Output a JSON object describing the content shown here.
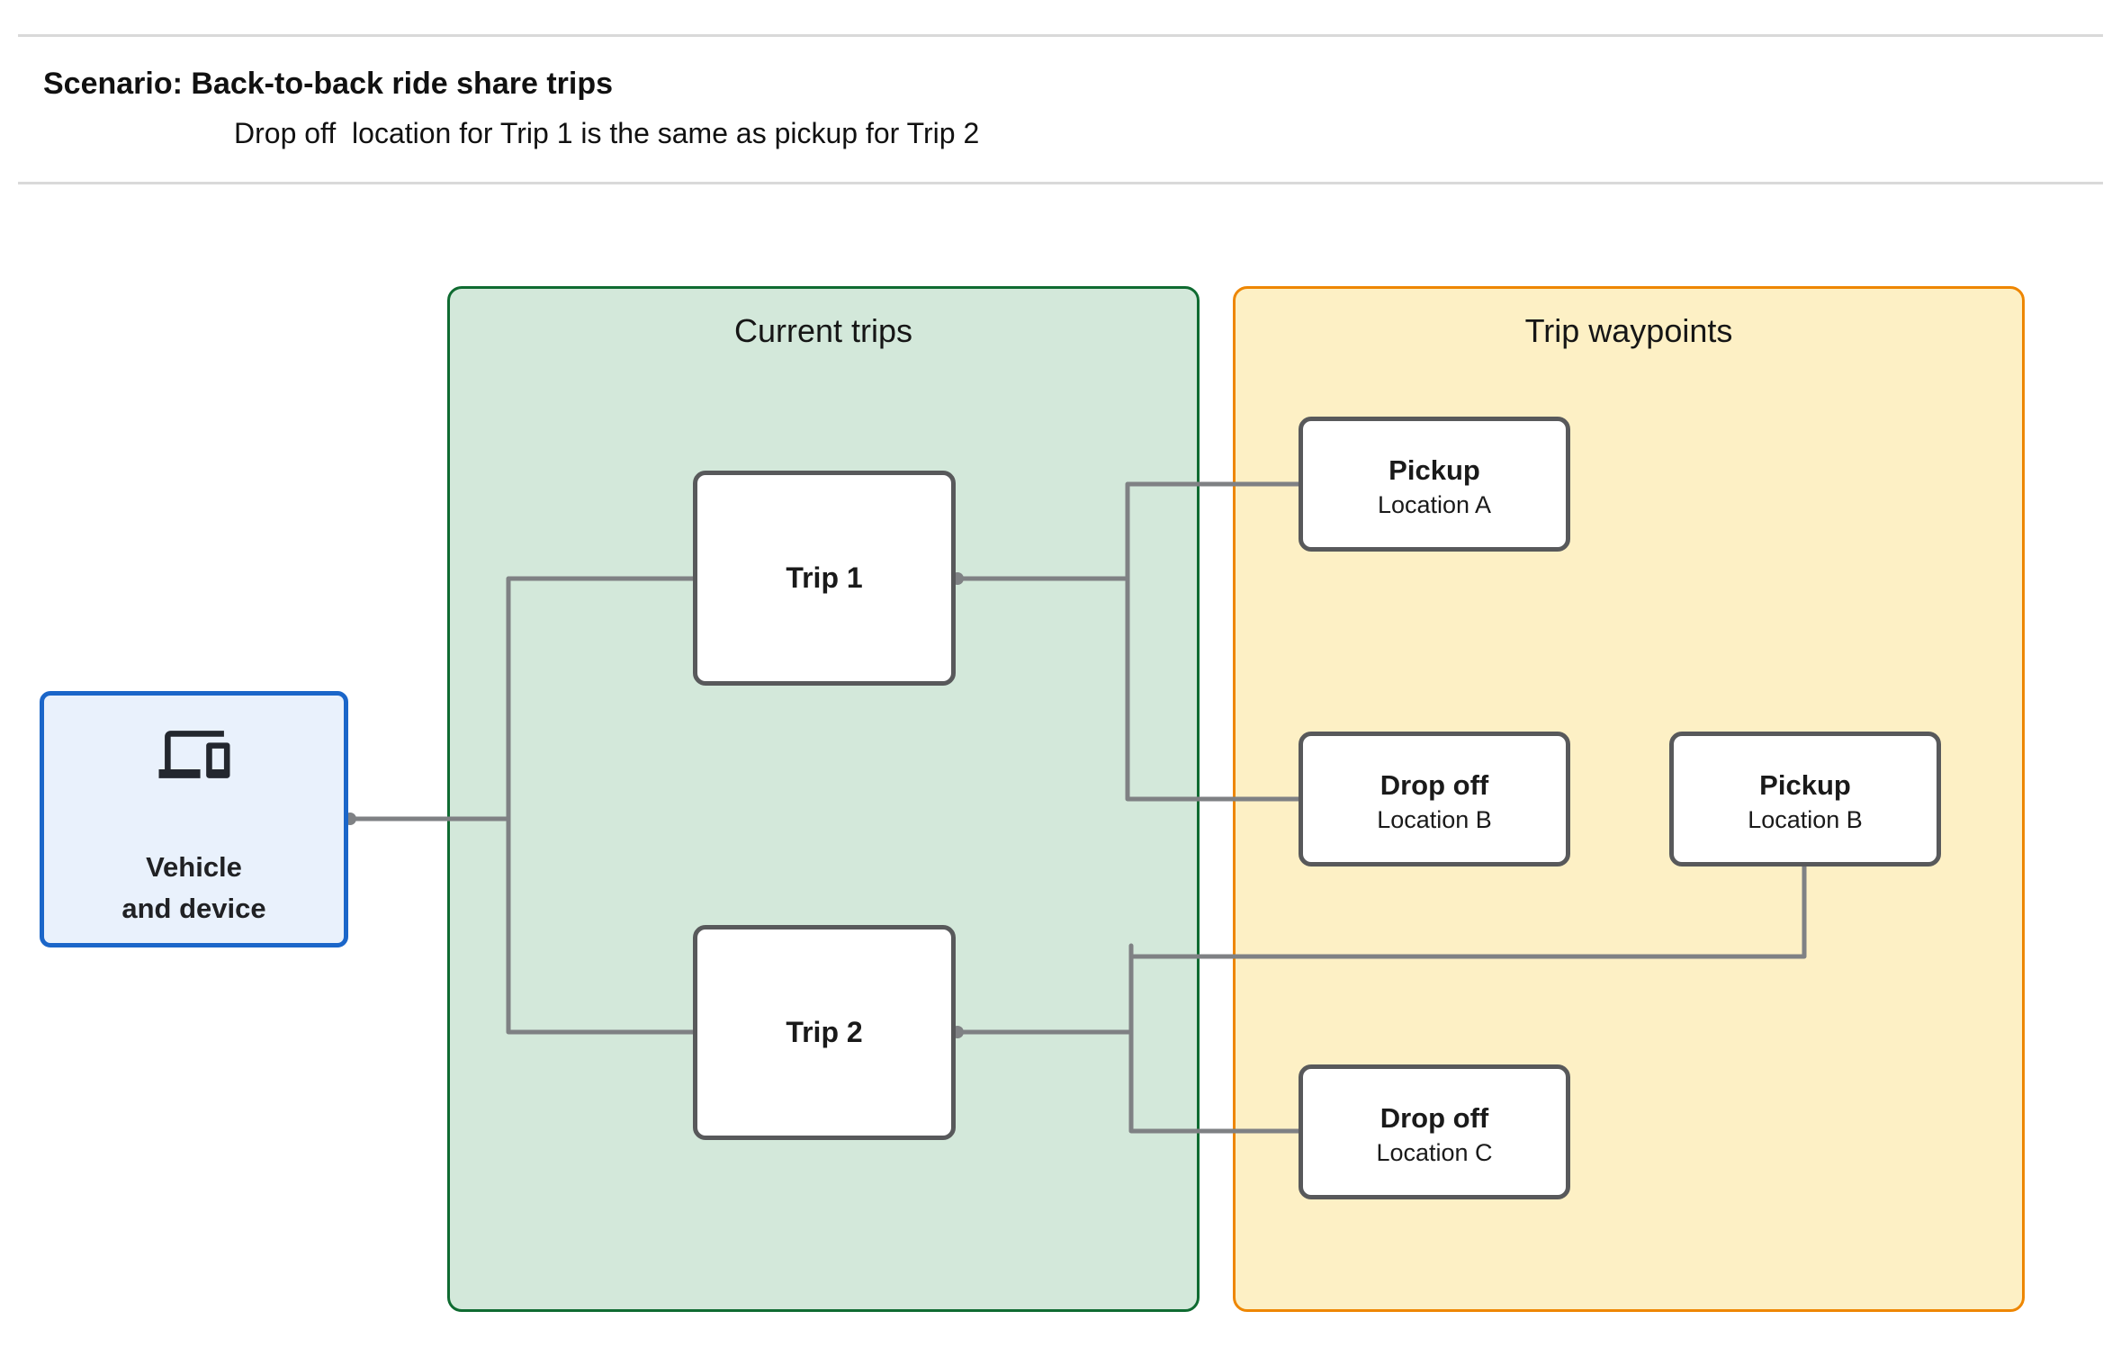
{
  "header": {
    "title": "Scenario: Back-to-back ride share trips",
    "subtitle": "Drop off  location for Trip 1 is the same as pickup for Trip 2"
  },
  "panels": {
    "current_trips": {
      "title": "Current trips",
      "fill": "#d3e8da",
      "border": "#0f6b31"
    },
    "trip_waypoints": {
      "title": "Trip waypoints",
      "fill": "#fdf0c5",
      "border": "#ee8600"
    }
  },
  "nodes": {
    "vehicle": {
      "label_line1": "Vehicle",
      "label_line2": "and device",
      "icon": "devices-icon",
      "fill": "#e9f1fc",
      "border": "#1b66c9"
    },
    "trip1": {
      "label": "Trip 1"
    },
    "trip2": {
      "label": "Trip 2"
    },
    "pickup_a": {
      "label": "Pickup",
      "sublabel": "Location A"
    },
    "dropoff_b": {
      "label": "Drop off",
      "sublabel": "Location B"
    },
    "pickup_b": {
      "label": "Pickup",
      "sublabel": "Location B"
    },
    "dropoff_c": {
      "label": "Drop off",
      "sublabel": "Location C"
    }
  },
  "style": {
    "connector_color": "#7f8184",
    "node_border_color": "#58595b",
    "divider_color": "#d9d9d9",
    "text_color": "#1a1a1a"
  }
}
